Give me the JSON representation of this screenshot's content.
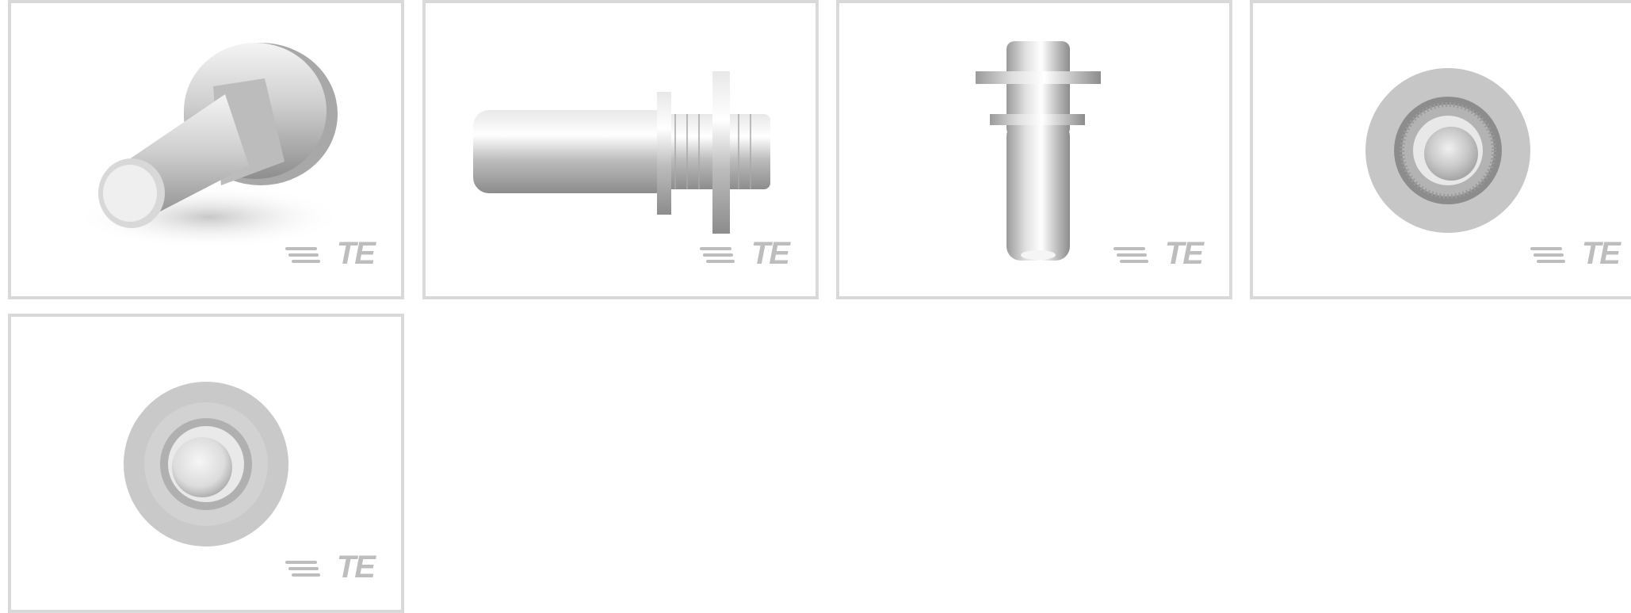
{
  "gallery": {
    "logo_text": "TE",
    "tiles": [
      {
        "view": "isometric",
        "icon": "press-fit-pin-isometric-icon"
      },
      {
        "view": "side",
        "icon": "press-fit-pin-side-icon"
      },
      {
        "view": "front",
        "icon": "press-fit-pin-front-icon"
      },
      {
        "view": "top",
        "icon": "press-fit-pin-top-icon"
      },
      {
        "view": "bottom",
        "icon": "press-fit-pin-bottom-icon"
      }
    ]
  },
  "colors": {
    "border": "#d9d9d9",
    "logo": "#bdbdbd",
    "metal": "#c8c8c8"
  }
}
